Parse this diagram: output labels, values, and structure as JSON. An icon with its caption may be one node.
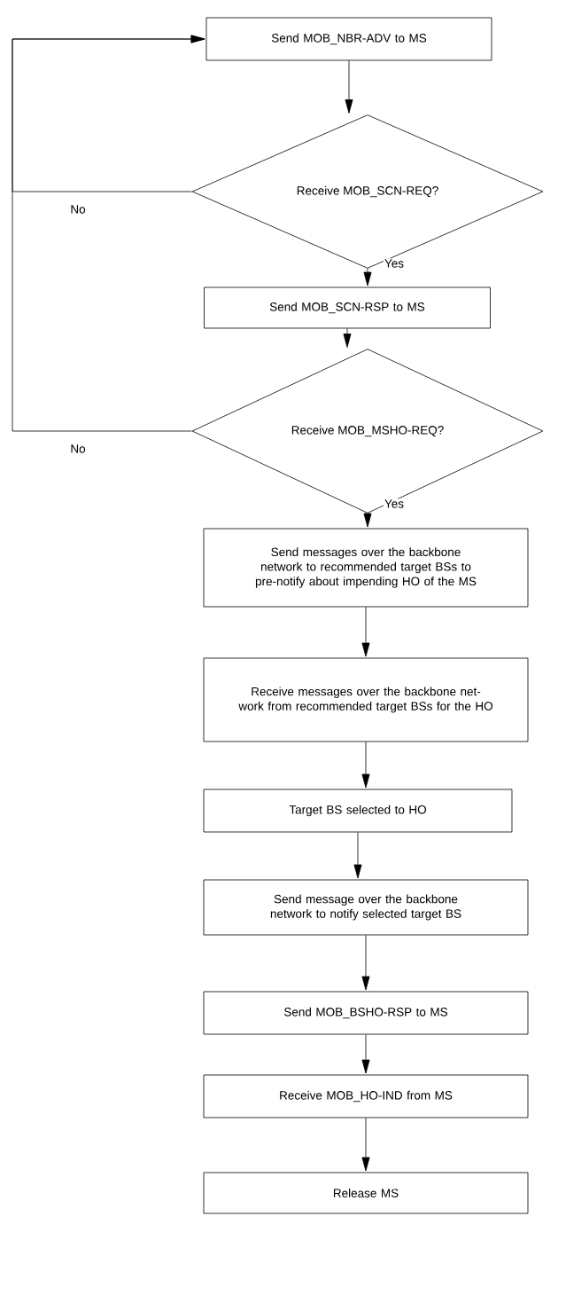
{
  "diagram": {
    "nodes": [
      {
        "text": [
          "Send MOB_NBR-ADV to MS"
        ]
      },
      {
        "text": [
          "Receive MOB_SCN-REQ?"
        ]
      },
      {
        "text": [
          "Send MOB_SCN-RSP to MS"
        ]
      },
      {
        "text": [
          "Receive MOB_MSHO-REQ?"
        ]
      },
      {
        "text": [
          "Send messages over the backbone network to recommended target BSs to pre-notify about impending HO of the MS"
        ]
      },
      {
        "text": [
          "Receive messages over the backbone net-work from recommended target BSs for the HO"
        ]
      },
      {
        "text": [
          "Target BS selected to HO"
        ]
      },
      {
        "text": [
          "Send message over the backbone network to notify selected target BS"
        ]
      },
      {
        "text": [
          "Send MOB_BSHO-RSP to MS"
        ]
      },
      {
        "text": [
          "Receive MOB_HO-IND from MS"
        ]
      },
      {
        "text": [
          "Release MS"
        ]
      }
    ],
    "edges": [
      {
        "from": 0,
        "to": 1,
        "arrow": "to"
      },
      {
        "from": 1,
        "to": 2,
        "arrow": "to",
        "label": "Yes"
      },
      {
        "from": 1,
        "to": 0,
        "arrow": "to",
        "label": "No"
      },
      {
        "from": 2,
        "to": 3,
        "arrow": "to"
      },
      {
        "from": 3,
        "to": 4,
        "arrow": "to",
        "label": "Yes"
      },
      {
        "from": 3,
        "to": 0,
        "arrow": "to",
        "label": "No"
      },
      {
        "from": 4,
        "to": 5,
        "arrow": "to"
      },
      {
        "from": 5,
        "to": 6,
        "arrow": "to"
      },
      {
        "from": 6,
        "to": 7,
        "arrow": "to"
      },
      {
        "from": 7,
        "to": 8,
        "arrow": "to"
      },
      {
        "from": 8,
        "to": 9,
        "arrow": "to"
      },
      {
        "from": 9,
        "to": 10,
        "arrow": "to"
      }
    ]
  }
}
